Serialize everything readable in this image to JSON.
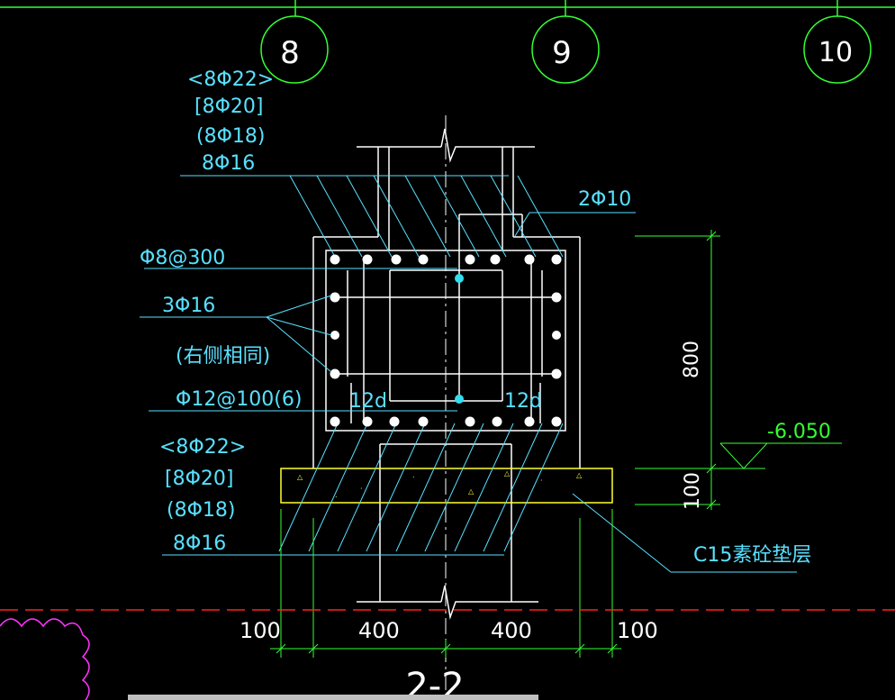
{
  "axes": {
    "a8": "8",
    "a9": "9",
    "a10": "10"
  },
  "rebar_top": {
    "r1": "<8Φ22>",
    "r2": "[8Φ20]",
    "r3": "(8Φ18)",
    "r4": "8Φ16"
  },
  "rebar_bottom": {
    "r1": "<8Φ22>",
    "r2": "[8Φ20]",
    "r3": "(8Φ18)",
    "r4": "8Φ16"
  },
  "labels": {
    "tie_top": "2Φ10",
    "stirrup": "Φ8@300",
    "side_bars": "3Φ16",
    "side_note": "(右侧相同)",
    "stirrup_main": "Φ12@100(6)",
    "lap_left": "12d",
    "lap_right": "12d",
    "cushion": "C15素砼垫层"
  },
  "dimensions": {
    "height": "800",
    "cushion_h": "100",
    "elevation": "-6.050",
    "w1": "100",
    "w2": "400",
    "w3": "400",
    "w4": "100"
  },
  "section_title": "2-2",
  "colors": {
    "green": "#33ff33",
    "white": "#ffffff",
    "cyan": "#58e1ff",
    "yellow": "#ffff33",
    "red": "#ff2020",
    "magenta": "#ff33ff"
  }
}
